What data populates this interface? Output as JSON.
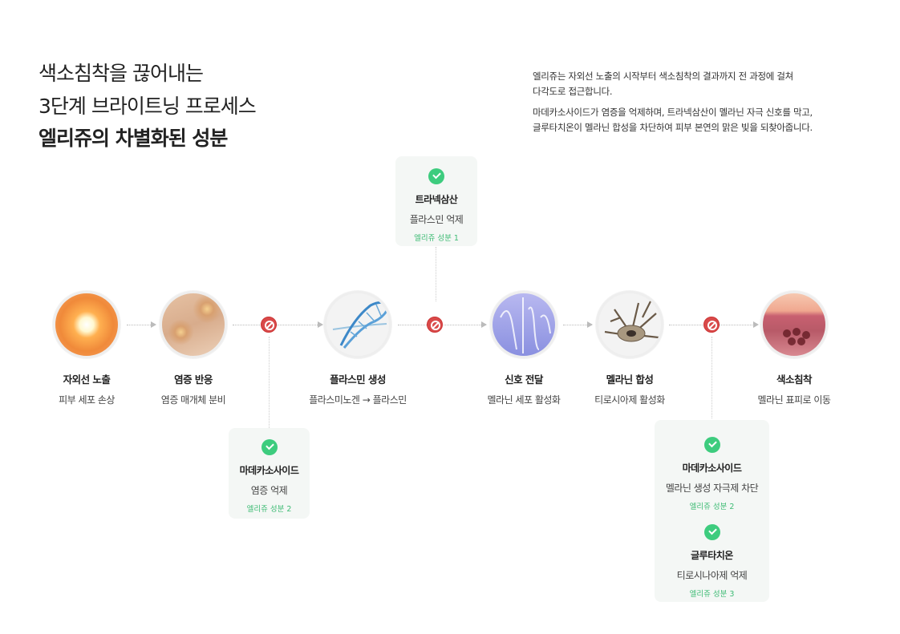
{
  "heading": {
    "line1": "색소침착을 끊어내는",
    "line2": "3단계 브라이트닝 프로세스",
    "line3": "엘리쥬의 차별화된 성분"
  },
  "description": {
    "p1_l1": "엘리쥬는 자외선 노출의 시작부터 색소침착의 결과까지 전 과정에 걸쳐",
    "p1_l2": "다각도로 접근합니다.",
    "p2_l1": "마데카소사이드가 염증을 억제하며, 트라넥삼산이 멜라닌 자극 신호를 막고,",
    "p2_l2": "글루타치온이 멜라닌 합성을 차단하여 피부 본연의 맑은 빛을 되찾아줍니다."
  },
  "steps": [
    {
      "title": "자외선 노출",
      "sub": "피부 세포 손상",
      "icon": "sun-icon"
    },
    {
      "title": "염증 반응",
      "sub": "염증 매개체 분비",
      "icon": "inflamed-skin-icon"
    },
    {
      "title": "플라스민 생성",
      "sub": "플라스미노겐 → 플라스민",
      "icon": "dna-icon"
    },
    {
      "title": "신호 전달",
      "sub": "멜라닌 세포 활성화",
      "icon": "signal-icon"
    },
    {
      "title": "멜라닌 합성",
      "sub": "티로시아제 활성화",
      "icon": "melanocyte-icon"
    },
    {
      "title": "색소침착",
      "sub": "멜라닌 표피로 이동",
      "icon": "pigment-icon"
    }
  ],
  "cards": [
    {
      "items": [
        {
          "name": "트라넥삼산",
          "effect": "플라스민 억제",
          "tag": "엘리쥬 성분 1"
        }
      ]
    },
    {
      "items": [
        {
          "name": "마데카소사이드",
          "effect": "염증 억제",
          "tag": "엘리쥬 성분 2"
        }
      ]
    },
    {
      "items": [
        {
          "name": "마데카소사이드",
          "effect": "멜라닌 생성 자극제 차단",
          "tag": "엘리쥬 성분 2"
        },
        {
          "name": "글루타치온",
          "effect": "티로시나아제 억제",
          "tag": "엘리쥬 성분 3"
        }
      ]
    }
  ],
  "colors": {
    "block": "#d94a4a",
    "check": "#3dcc7e",
    "tag": "#3dbb74",
    "card": "#f4f7f5"
  }
}
